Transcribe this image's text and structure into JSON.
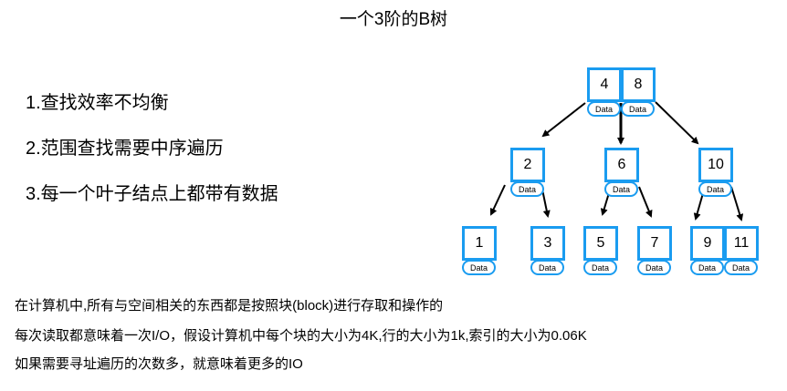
{
  "title": "一个3阶的B树",
  "points": [
    "1.查找效率不均衡",
    "2.范围查找需要中序遍历",
    "3.每一个叶子结点上都带有数据"
  ],
  "notes": [
    "在计算机中,所有与空间相关的东西都是按照块(block)进行存取和操作的",
    "每次读取都意味着一次I/O，假设计算机中每个块的大小为4K,行的大小为1k,索引的大小为0.06K",
    "如果需要寻址遍历的次数多，就意味着更多的IO"
  ],
  "tree": {
    "data_label": "Data",
    "keys": [
      "4",
      "8",
      "2",
      "6",
      "10",
      "1",
      "3",
      "5",
      "7",
      "9",
      "11"
    ]
  },
  "colors": {
    "node": "#1a9cf0"
  }
}
